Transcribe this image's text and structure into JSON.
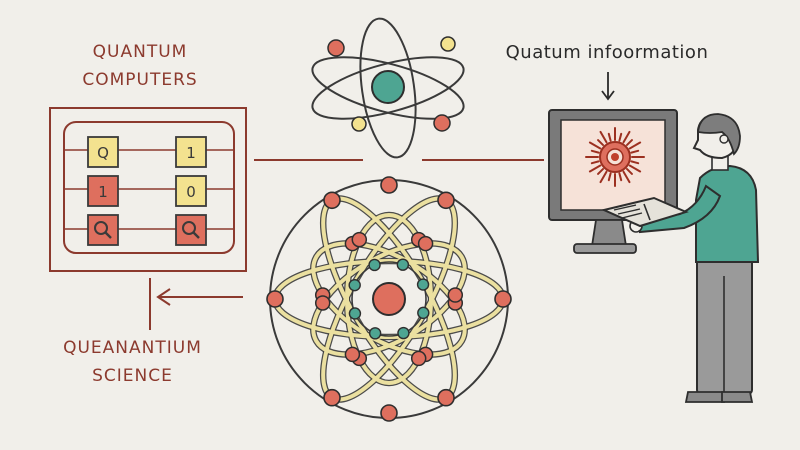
{
  "labels": {
    "quantum_computers": [
      "QUANTUM",
      "COMPUTERS"
    ],
    "quantum_science": [
      "QUEANANTIUM",
      "SCIENCE"
    ],
    "quantum_information": "Quatum infoormation"
  },
  "qubit_grid": {
    "rows": [
      [
        {
          "text": "Q",
          "color": "yellow"
        },
        {
          "text": "1",
          "color": "yellow"
        }
      ],
      [
        {
          "text": "1",
          "color": "red"
        },
        {
          "text": "0",
          "color": "yellow"
        }
      ],
      [
        {
          "text": "magnifier-icon",
          "color": "red"
        },
        {
          "text": "magnifier-icon",
          "color": "red"
        }
      ]
    ]
  },
  "colors": {
    "background": "#f1efea",
    "label_text": "#8c3a2e",
    "label_dark": "#2a2a2a",
    "line": "#8c3a2e",
    "outline": "#3a3a3a",
    "red": "#de6f5e",
    "yellow": "#f3e28f",
    "teal": "#4ea592",
    "orbit_yellow": "#ebe0a0",
    "screen_bg": "#f6e2d8",
    "shirt": "#4ea592",
    "pants": "#9a9a9a",
    "monitor": "#777777"
  }
}
